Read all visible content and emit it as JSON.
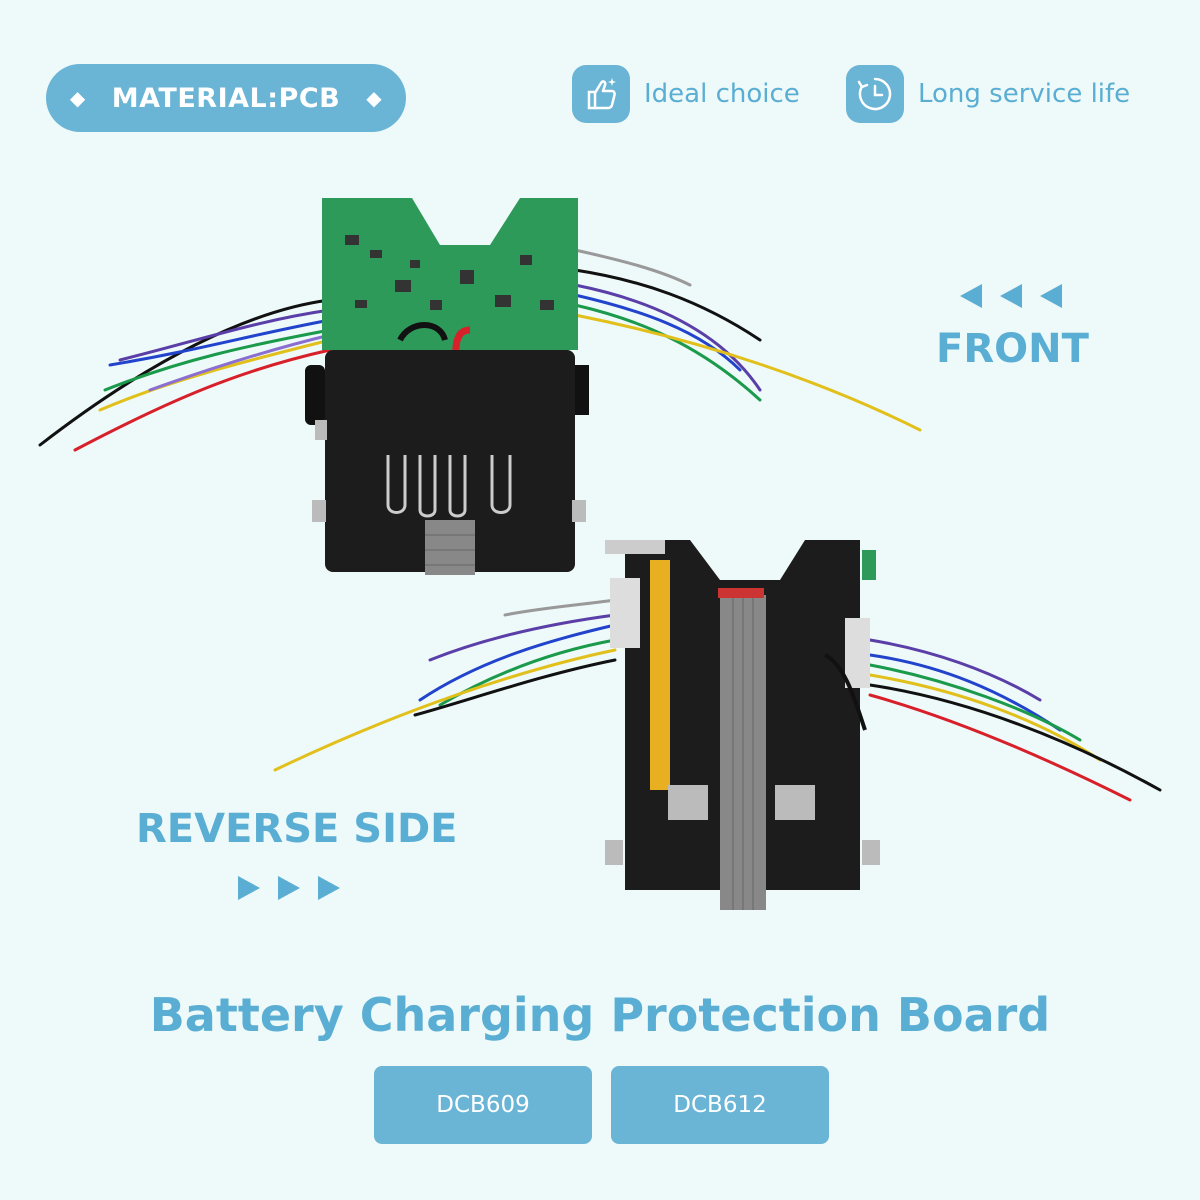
{
  "badge": {
    "label": "MATERIAL:PCB"
  },
  "features": [
    {
      "label": "Ideal choice",
      "icon": "thumbs-up-icon"
    },
    {
      "label": "Long service life",
      "icon": "clock-icon"
    }
  ],
  "labels": {
    "front": "FRONT",
    "reverse": "REVERSE SIDE"
  },
  "title": "Battery Charging Protection Board",
  "models": [
    "DCB609",
    "DCB612"
  ],
  "colors": {
    "accent": "#6ab4d5",
    "text": "#5aaed3",
    "background": "#eef9f9",
    "pcb_green": "#2e9a5a",
    "housing": "#1c1c1c"
  }
}
